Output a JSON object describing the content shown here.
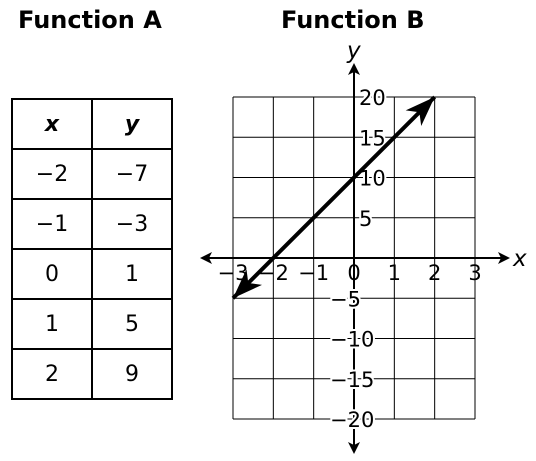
{
  "function_a": {
    "title": "Function A",
    "table": {
      "headers": [
        "x",
        "y"
      ],
      "rows": [
        [
          "−2",
          "−7"
        ],
        [
          "−1",
          "−3"
        ],
        [
          "0",
          "1"
        ],
        [
          "1",
          "5"
        ],
        [
          "2",
          "9"
        ]
      ]
    }
  },
  "function_b": {
    "title": "Function B",
    "x_axis_label": "x",
    "y_axis_label": "y",
    "x_tick_labels": [
      "−3",
      "−2",
      "−1",
      "0",
      "1",
      "2",
      "3"
    ],
    "y_tick_labels": [
      "20",
      "15",
      "10",
      "5",
      "−5",
      "−10",
      "−15",
      "−20"
    ]
  },
  "chart_data": {
    "type": "line",
    "xlim": [
      -3,
      3
    ],
    "ylim": [
      -20,
      20
    ],
    "x_ticks": [
      -3,
      -2,
      -1,
      0,
      1,
      2,
      3
    ],
    "y_ticks": [
      20,
      15,
      10,
      5,
      -5,
      -10,
      -15,
      -20
    ],
    "grid": true,
    "series": [
      {
        "x": [
          -3,
          2
        ],
        "y": [
          -5,
          20
        ],
        "arrows": "both"
      }
    ]
  }
}
